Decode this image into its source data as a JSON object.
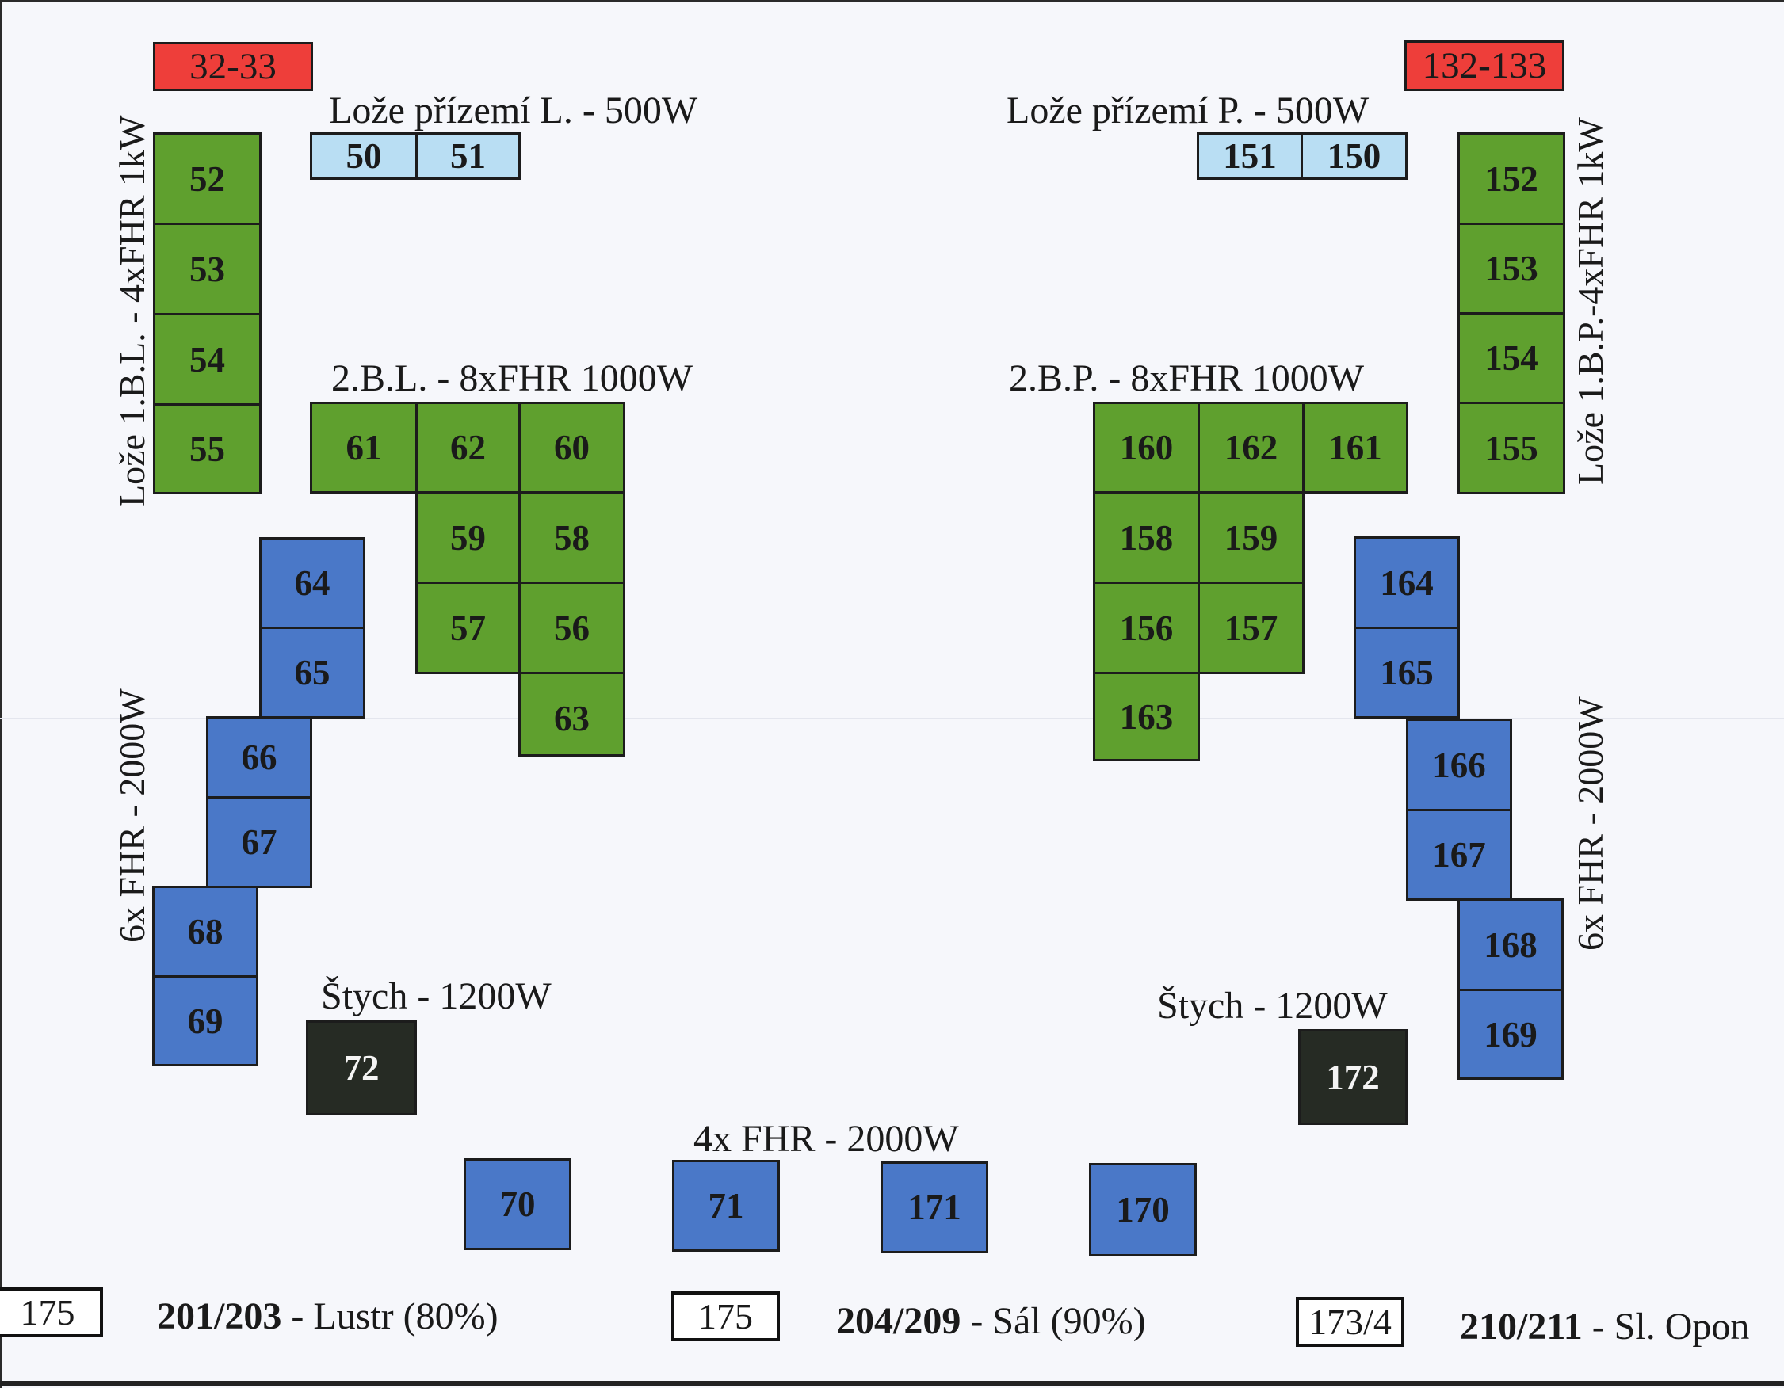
{
  "labels": {
    "loze_prizemi_l": "Lože přízemí L. - 500W",
    "loze_prizemi_p": "Lože přízemí P. - 500W",
    "bl2": "2.B.L. - 8xFHR 1000W",
    "bp2": "2.B.P. - 8xFHR 1000W",
    "loze_1bl": "Lože 1.B.L. - 4xFHR 1kW",
    "loze_1bp": "Lože 1.B.P.-4xFHR 1kW",
    "fhr6_left": "6x FHR - 2000W",
    "fhr6_right": "6x FHR - 2000W",
    "stych_left": "Štych - 1200W",
    "stych_right": "Štych - 1200W",
    "fhr4": "4x FHR - 2000W"
  },
  "circuits": {
    "red_left": "32-33",
    "red_right": "132-133",
    "c50": "50",
    "c51": "51",
    "c151": "151",
    "c150": "150",
    "c52": "52",
    "c53": "53",
    "c54": "54",
    "c55": "55",
    "c152": "152",
    "c153": "153",
    "c154": "154",
    "c155": "155",
    "c61": "61",
    "c62": "62",
    "c60": "60",
    "c59": "59",
    "c58": "58",
    "c57": "57",
    "c56": "56",
    "c63": "63",
    "c160": "160",
    "c162": "162",
    "c161": "161",
    "c158": "158",
    "c159": "159",
    "c156": "156",
    "c157": "157",
    "c163": "163",
    "c64": "64",
    "c65": "65",
    "c66": "66",
    "c67": "67",
    "c68": "68",
    "c69": "69",
    "c164": "164",
    "c165": "165",
    "c166": "166",
    "c167": "167",
    "c168": "168",
    "c169": "169",
    "c72": "72",
    "c172": "172",
    "c70": "70",
    "c71": "71",
    "c171": "171",
    "c170": "170"
  },
  "legend": {
    "box1": "175",
    "item1_bold": "201/203",
    "item1_text": " - Lustr (80%)",
    "box2": "175",
    "item2_bold": "204/209",
    "item2_text": " - Sál (90%)",
    "box3": "173/4",
    "item3_bold": "210/211",
    "item3_text": " - Sl. Opon"
  },
  "colors": {
    "green": "#5fa02e",
    "blue": "#4a78c8",
    "light_blue": "#b9def3",
    "red": "#ee3e3a",
    "dark": "#262b24"
  }
}
